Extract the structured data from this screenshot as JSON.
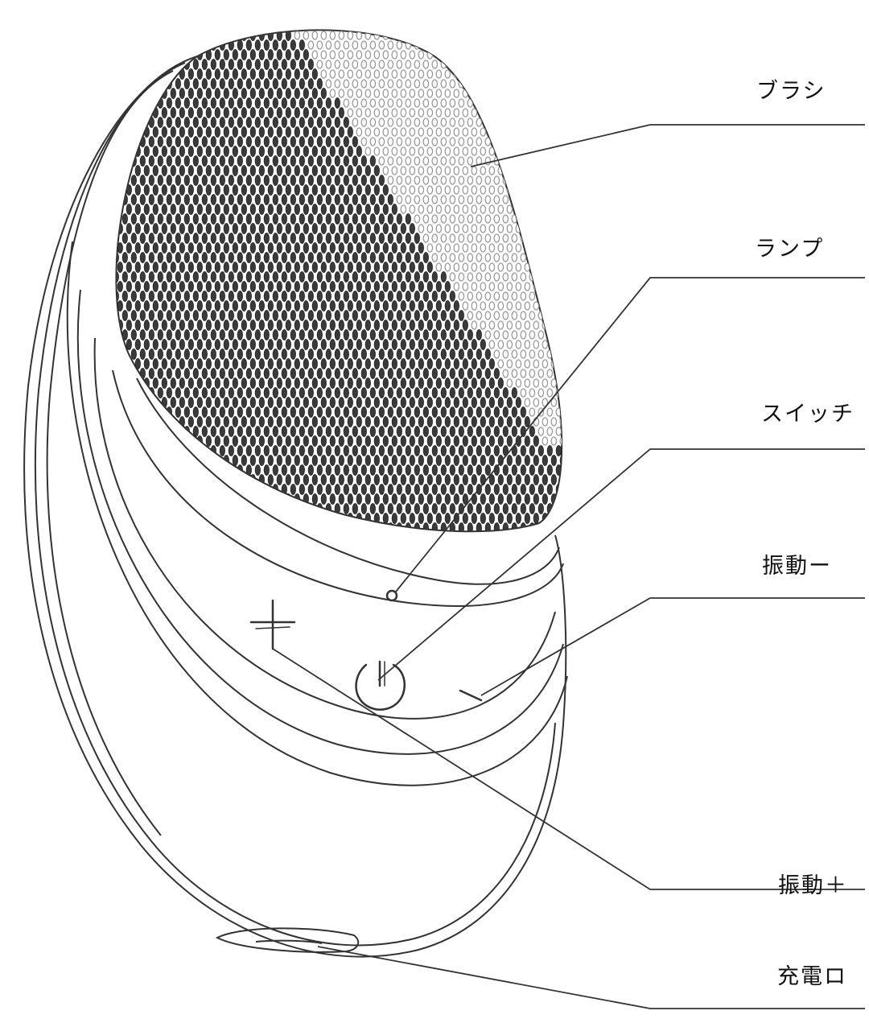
{
  "labels": {
    "brush": "ブラシ",
    "lamp": "ランプ",
    "switch": "スイッチ",
    "vibration_minus": "振動ー",
    "vibration_plus": "振動＋",
    "charging_port": "充電ロ"
  },
  "colors": {
    "line": "#333333",
    "bristle_dark": "#3a3a3a",
    "bristle_light": "#9a9a9a",
    "background": "#ffffff"
  }
}
